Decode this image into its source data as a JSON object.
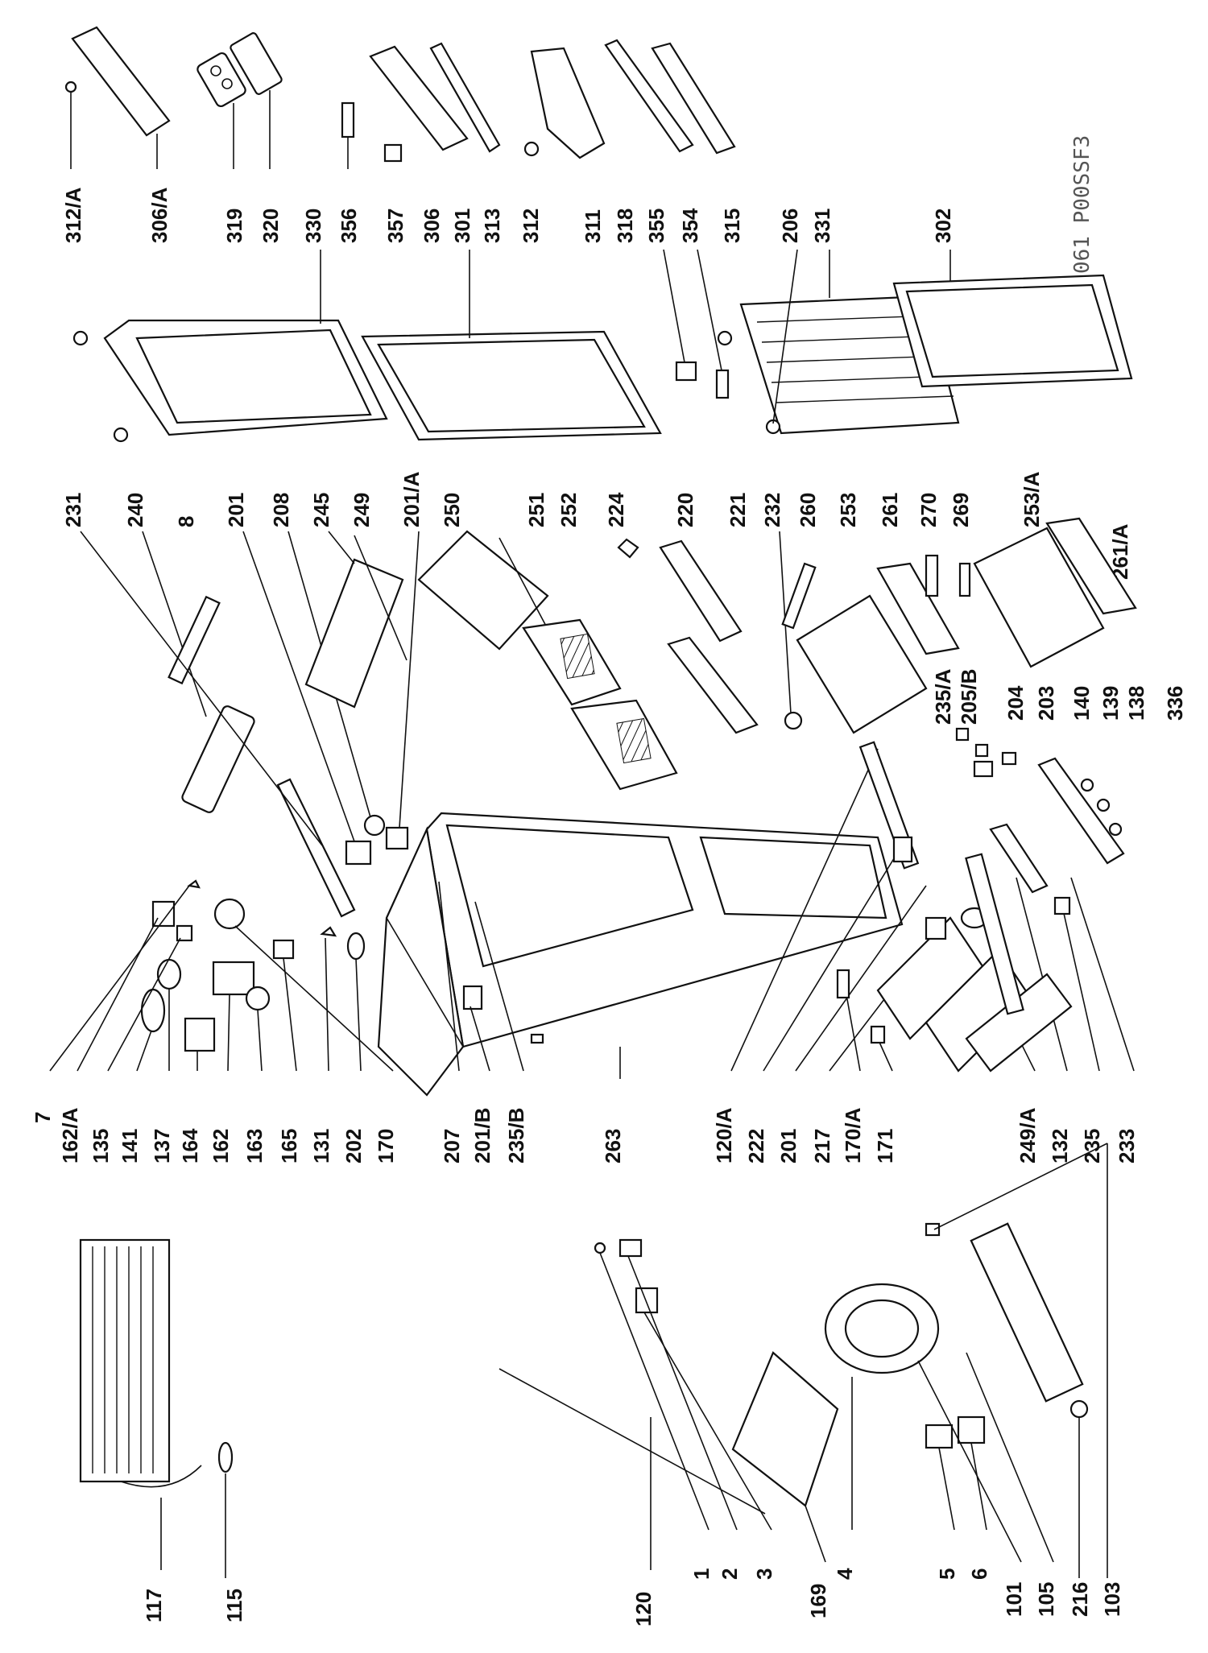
{
  "drawing_code": "061 P00SSF3",
  "label_color": "#111111",
  "labels": {
    "l312a": "312/A",
    "l306a": "306/A",
    "l319": "319",
    "l320": "320",
    "l330": "330",
    "l356": "356",
    "l357": "357",
    "l306": "306",
    "l301": "301",
    "l313": "313",
    "l312": "312",
    "l311": "311",
    "l318": "318",
    "l355": "355",
    "l354": "354",
    "l315": "315",
    "l206": "206",
    "l331": "331",
    "l302": "302",
    "l231": "231",
    "l240": "240",
    "l8": "8",
    "l201": "201",
    "l208": "208",
    "l245": "245",
    "l249": "249",
    "l201a": "201/A",
    "l250": "250",
    "l251": "251",
    "l252": "252",
    "l224": "224",
    "l220": "220",
    "l221": "221",
    "l232": "232",
    "l260": "260",
    "l253": "253",
    "l261": "261",
    "l270": "270",
    "l269": "269",
    "l253a": "253/A",
    "l261a": "261/A",
    "l235a": "235/A",
    "l205b": "205/B",
    "l204": "204",
    "l203": "203",
    "l140": "140",
    "l139": "139",
    "l138": "138",
    "l336": "336",
    "l7": "7",
    "l162a": "162/A",
    "l135": "135",
    "l141": "141",
    "l137": "137",
    "l164": "164",
    "l162": "162",
    "l163": "163",
    "l165": "165",
    "l131": "131",
    "l202": "202",
    "l170": "170",
    "l207": "207",
    "l201b": "201/B",
    "l235b": "235/B",
    "l263": "263",
    "l120a": "120/A",
    "l222": "222",
    "l201c": "201",
    "l217": "217",
    "l170a": "170/A",
    "l171": "171",
    "l249a": "249/A",
    "l132": "132",
    "l235": "235",
    "l233": "233",
    "l117": "117",
    "l115": "115",
    "l120": "120",
    "l1": "1",
    "l2": "2",
    "l3": "3",
    "l169": "169",
    "l4": "4",
    "l5": "5",
    "l6": "6",
    "l101": "101",
    "l105": "105",
    "l216": "216",
    "l103": "103"
  }
}
